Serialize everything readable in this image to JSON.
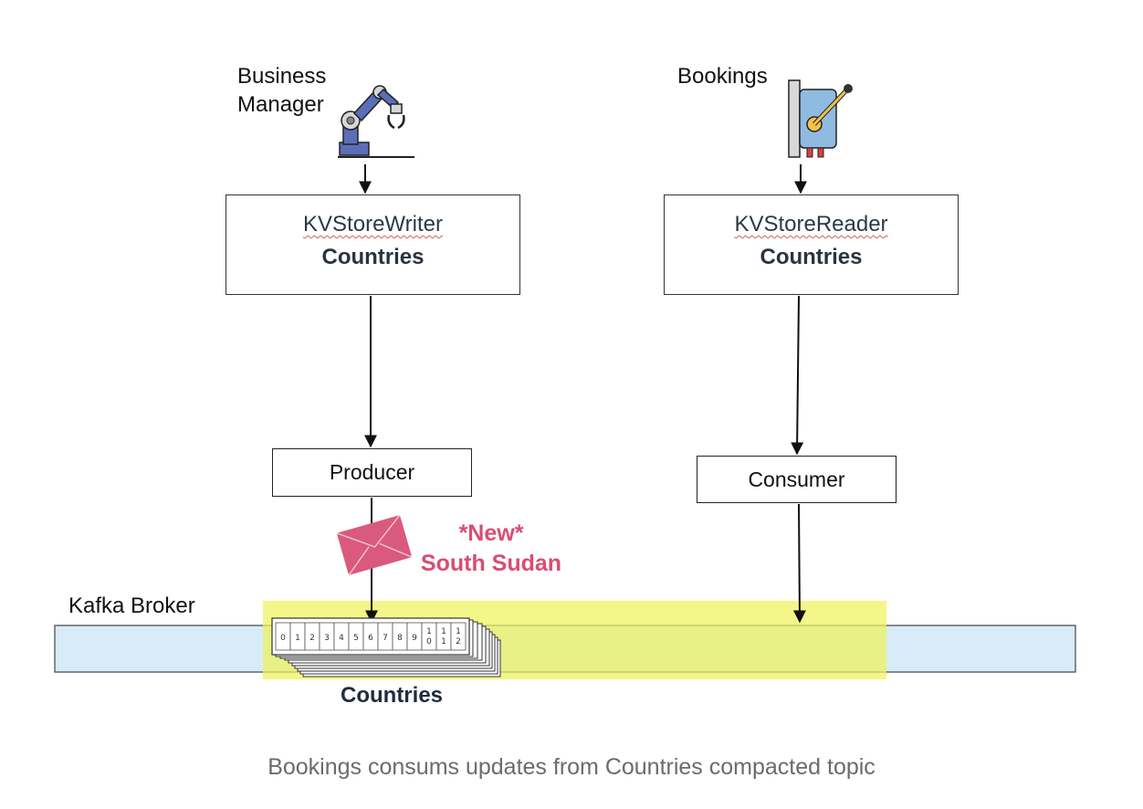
{
  "left": {
    "actor_label_line1": "Business",
    "actor_label_line2": "Manager",
    "actor_icon": "robot-arm-icon",
    "store_title": "KVStoreWriter",
    "store_subtitle": "Countries",
    "client_label": "Producer"
  },
  "right": {
    "actor_label": "Bookings",
    "actor_icon": "control-lever-icon",
    "store_title": "KVStoreReader",
    "store_subtitle": "Countries",
    "client_label": "Consumer"
  },
  "message": {
    "icon": "envelope-icon",
    "line1": "*New*",
    "line2": "South Sudan",
    "color": "#d84d73"
  },
  "broker": {
    "label": "Kafka Broker",
    "color": "#d7ecf8",
    "highlight_color": "#eef25a"
  },
  "topic": {
    "label": "Countries",
    "partitions": [
      "0",
      "1",
      "2",
      "3",
      "4",
      "5",
      "6",
      "7",
      "8",
      "9",
      "10",
      "11",
      "12"
    ]
  },
  "caption": "Bookings consums updates from Countries compacted topic"
}
